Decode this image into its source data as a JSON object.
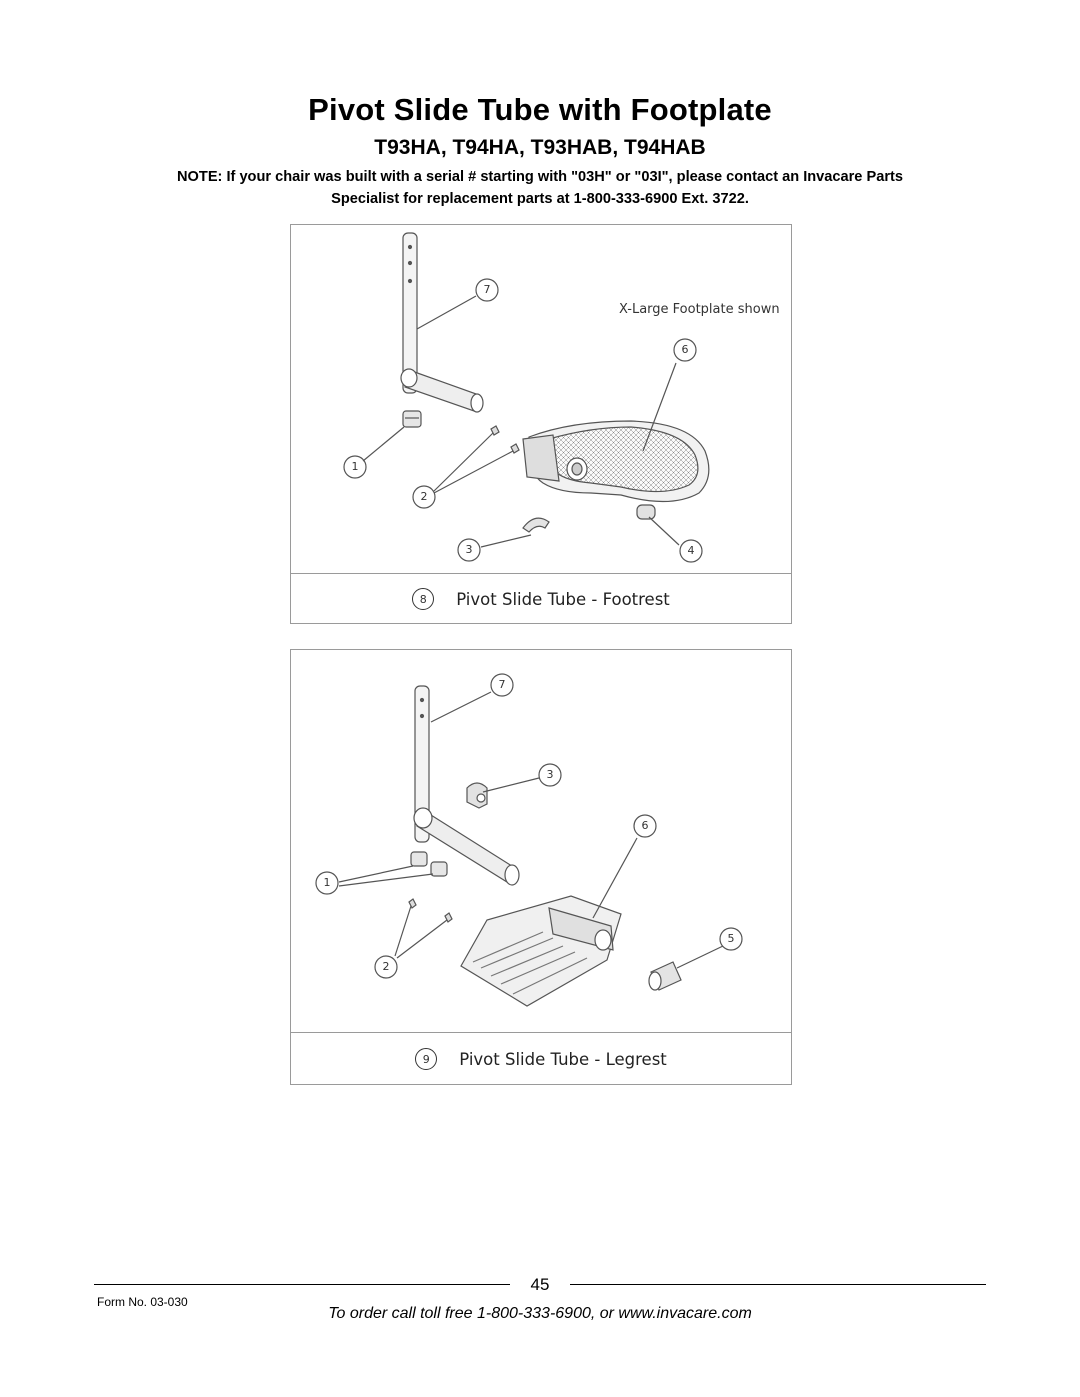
{
  "header": {
    "title": "Pivot Slide Tube with Footplate",
    "subtitle": "T93HA, T94HA, T93HAB, T94HAB",
    "note_line1": "NOTE: If your chair was built with a serial # starting with \"03H\" or \"03I\", please contact an Invacare Parts",
    "note_line2": "Specialist for replacement parts at 1-800-333-6900 Ext. 3722."
  },
  "diagram_footrest": {
    "note": "X-Large Footplate shown",
    "caption_number": "8",
    "caption": "Pivot Slide Tube - Footrest",
    "callouts": [
      "7",
      "6",
      "1",
      "2",
      "3",
      "4"
    ]
  },
  "diagram_legrest": {
    "caption_number": "9",
    "caption": "Pivot Slide Tube - Legrest",
    "callouts": [
      "7",
      "3",
      "6",
      "1",
      "5",
      "2"
    ]
  },
  "footer": {
    "page_number": "45",
    "form_number": "Form No.  03-030",
    "order_line": "To order call toll free 1-800-333-6900, or www.invacare.com"
  }
}
